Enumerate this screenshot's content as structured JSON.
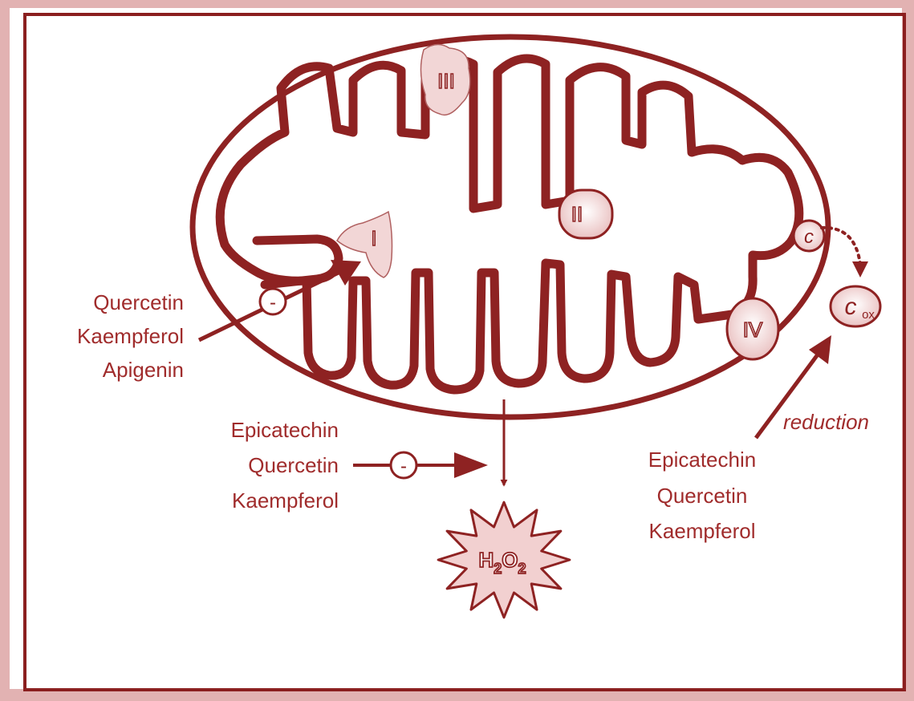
{
  "diagram": {
    "colors": {
      "border_outer": "#e2b2b2",
      "frame": "#8b1f1f",
      "membrane": "#8e2222",
      "text": "#a02c2c",
      "complex_fill": "#f2d6d6",
      "background": "#ffffff"
    },
    "complexes": {
      "c1": "I",
      "c2": "II",
      "c3": "III",
      "c4": "IV",
      "cyt_c": "c",
      "cyt_c_ox_main": "c",
      "cyt_c_ox_sub": "ox"
    },
    "inhibit_symbol": "-",
    "group_complex1": {
      "line1": "Quercetin",
      "line2": "Kaempferol",
      "line3": "Apigenin"
    },
    "group_h2o2": {
      "line1": "Epicatechin",
      "line2": "Quercetin",
      "line3": "Kaempferol"
    },
    "group_reduction": {
      "line1": "Epicatechin",
      "line2": "Quercetin",
      "line3": "Kaempferol",
      "arrow_label": "reduction"
    },
    "h2o2": {
      "h": "H",
      "two1": "2",
      "o": "O",
      "two2": "2"
    }
  }
}
